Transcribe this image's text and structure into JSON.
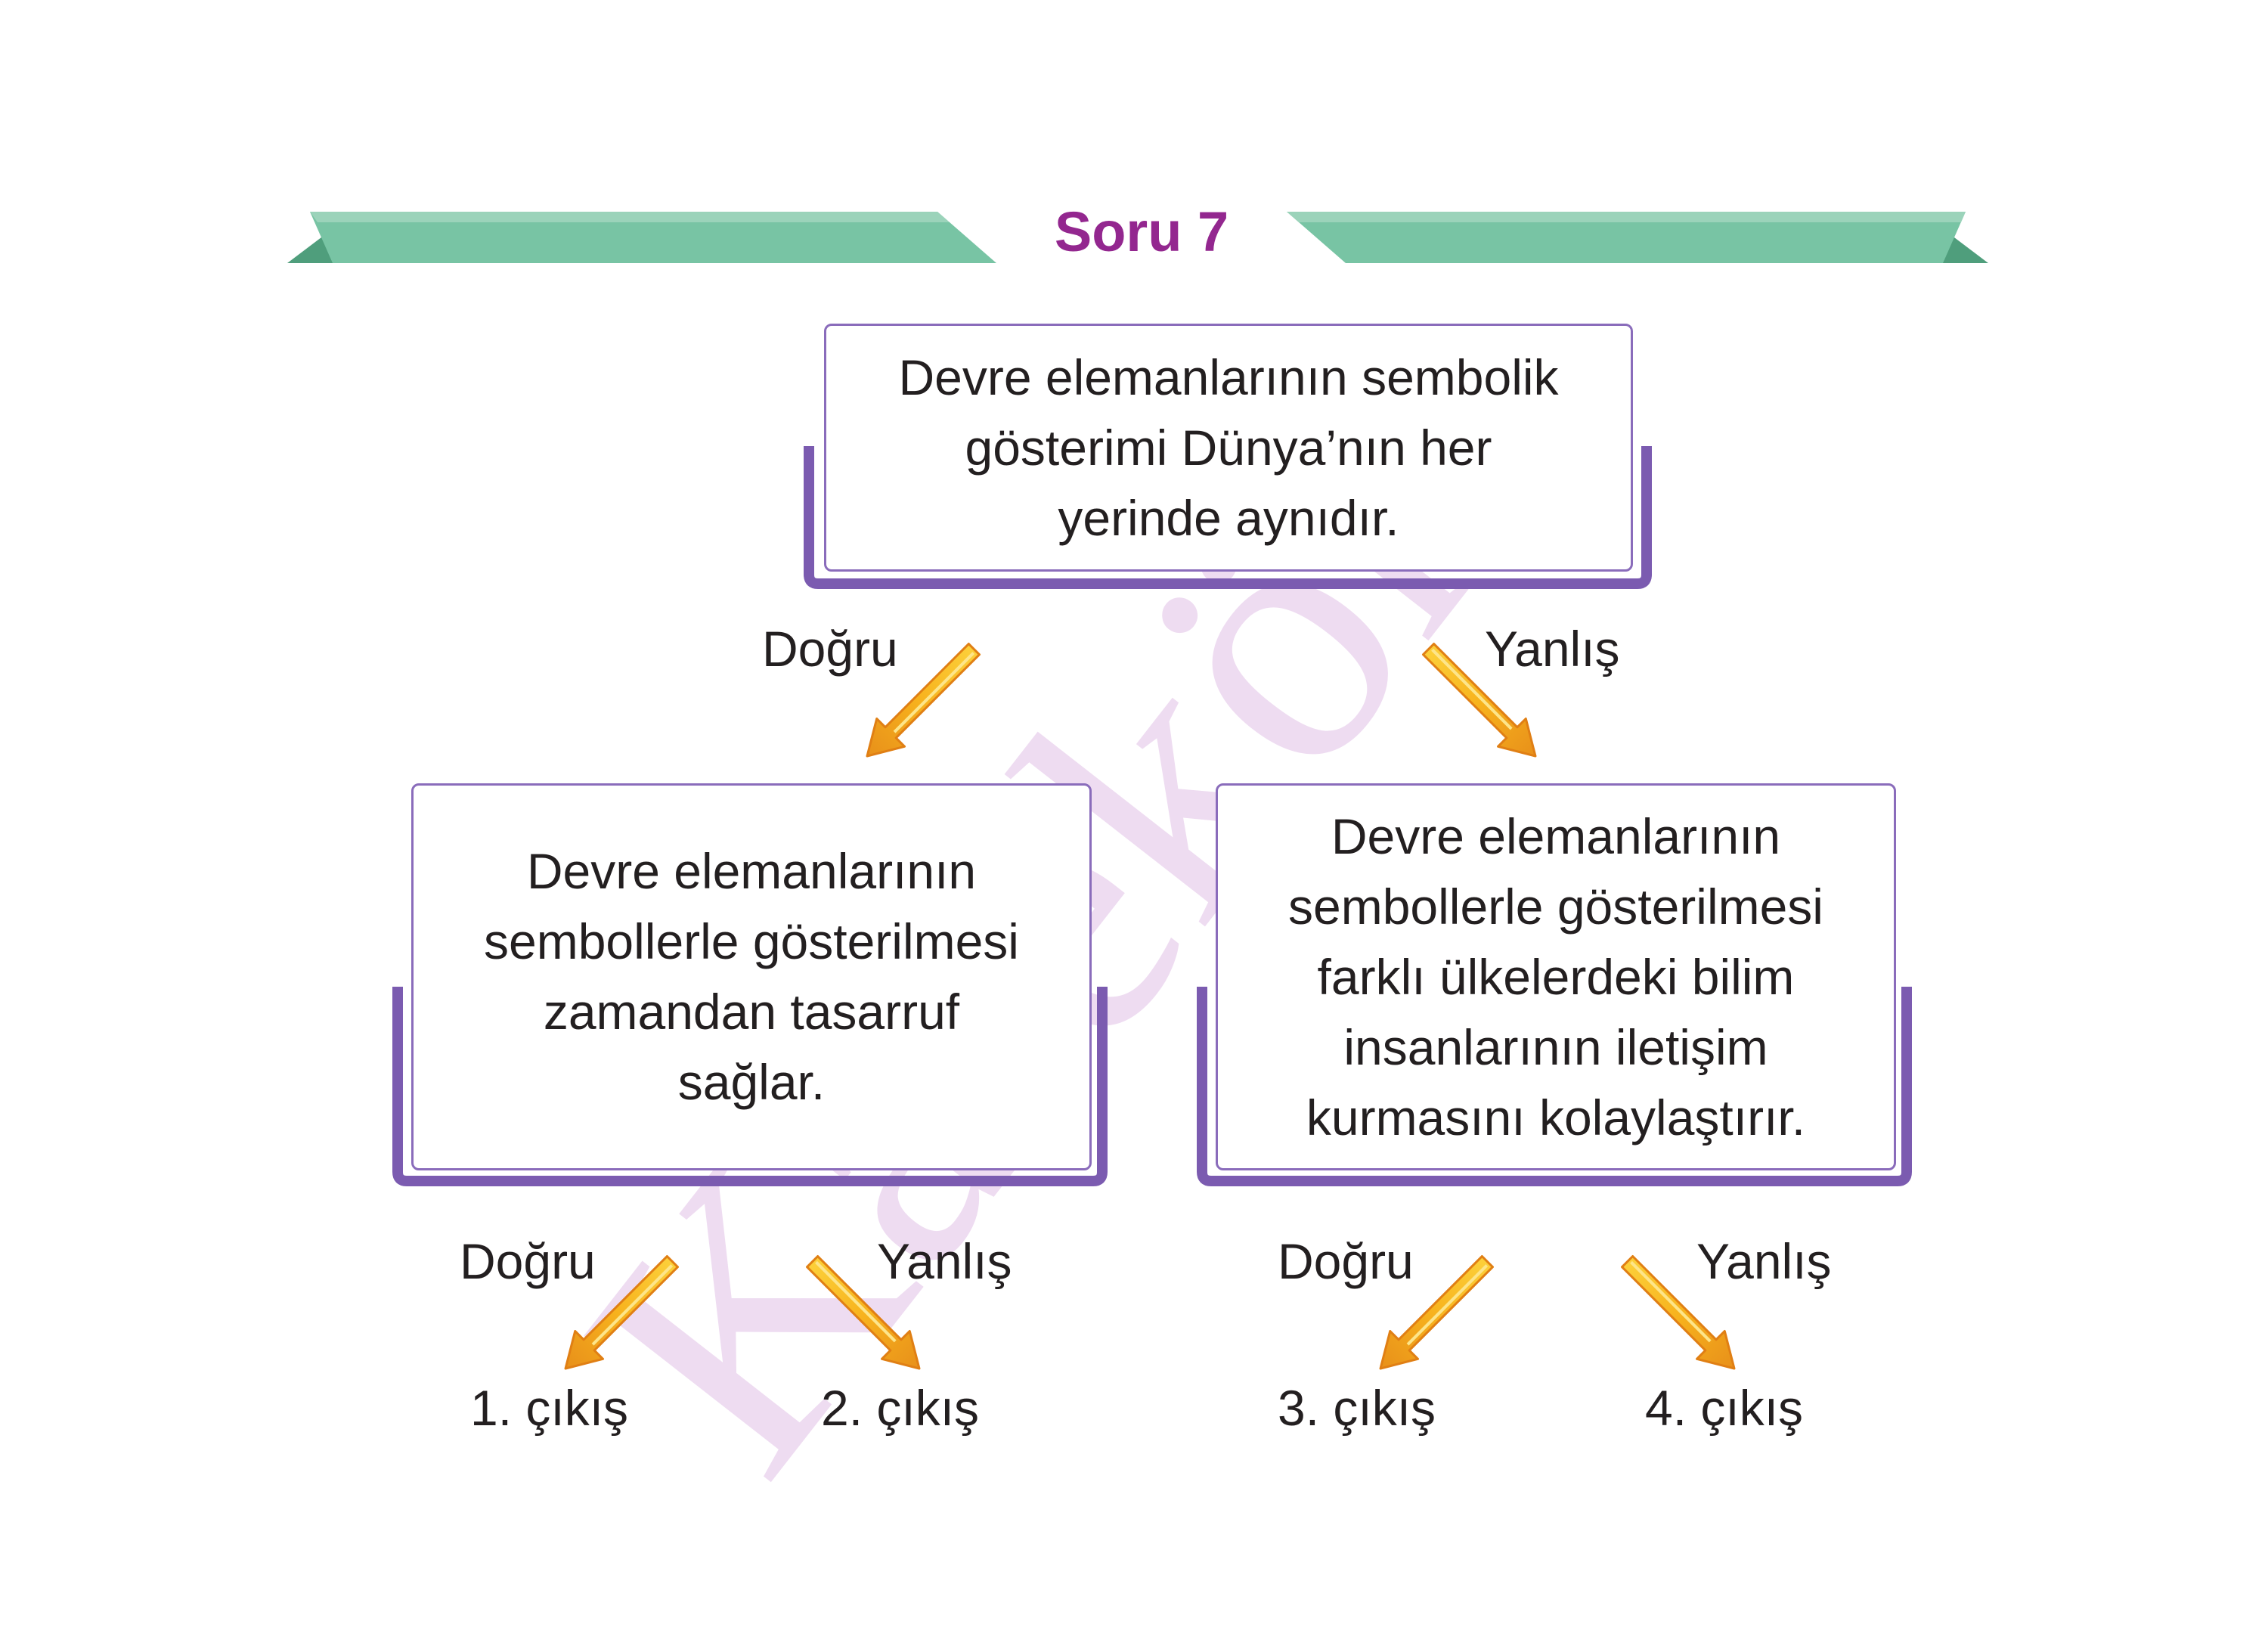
{
  "header": {
    "title": "Soru 7"
  },
  "watermark": {
    "text": "Karekök"
  },
  "colors": {
    "ribbon": "#78c4a4",
    "ribbon_dark": "#4f9e7c",
    "title": "#93278f",
    "card_border": "#8a6cbb",
    "card_shadow": "#7b5bb0",
    "arrow": "#f7b21d",
    "arrow_dark": "#e8901a",
    "watermark": "#e7cdea"
  },
  "tree": {
    "root": {
      "lines": [
        "Devre elemanlarının sembolik",
        "gösterimi  Dünya’nın her",
        "yerinde aynıdır."
      ]
    },
    "branch_true_label": "Doğru",
    "branch_false_label": "Yanlış",
    "left_node": {
      "lines": [
        "Devre elemanlarının",
        "sembollerle gösterilmesi",
        "zamandan tasarruf",
        "sağlar."
      ]
    },
    "right_node": {
      "lines": [
        "Devre elemanlarının",
        "sembollerle gösterilmesi",
        "farklı ülkelerdeki bilim",
        "insanlarının iletişim",
        "kurmasını kolaylaştırır."
      ]
    },
    "left_true_label": "Doğru",
    "left_false_label": "Yanlış",
    "right_true_label": "Doğru",
    "right_false_label": "Yanlış",
    "exits": [
      "1. çıkış",
      "2. çıkış",
      "3. çıkış",
      "4. çıkış"
    ]
  }
}
